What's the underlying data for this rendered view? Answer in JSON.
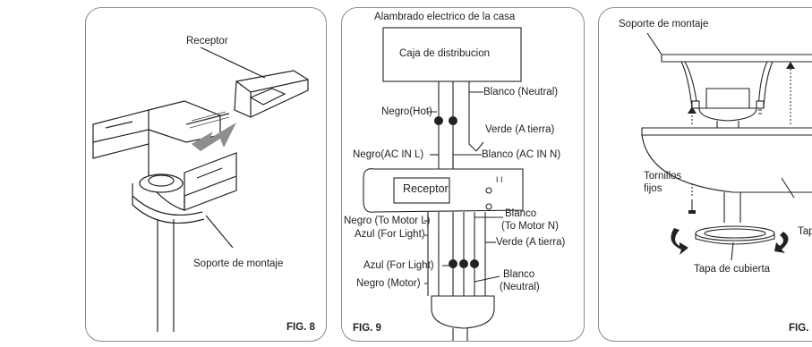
{
  "fig8": {
    "label_receptor": "Receptor",
    "label_soporte": "Soporte de montaje",
    "fig_label": "FIG. 8"
  },
  "fig9": {
    "title": "Alambrado electrico de la casa",
    "caja": "Caja de distribucion",
    "negro_hot": "Negro(Hot)",
    "blanco_neutral_top": "Blanco (Neutral)",
    "verde_tierra_top": "Verde (A tierra)",
    "negro_ac_in": "Negro(AC IN L)",
    "blanco_ac_in": "Blanco (AC IN N)",
    "receptor": "Receptor",
    "receptor_mark": "I I",
    "negro_motor_l": "Negro (To Motor L)",
    "azul_light_1": "Azul (For Light)",
    "blanco_motor_n_1": "Blanco",
    "blanco_motor_n_2": "(To Motor N)",
    "verde_tierra_bottom": "Verde (A tierra)",
    "azul_light_2": "Azul (For Light)",
    "negro_motor": "Negro (Motor)",
    "blanco_neutral_bottom_1": "Blanco",
    "blanco_neutral_bottom_2": "(Neutral)",
    "fig_label": "FIG. 9"
  },
  "fig10": {
    "label_soporte": "Soporte de montaje",
    "label_tornillos_1": "Tornillos",
    "label_tornillos_2": "fijos",
    "label_tapa_cubierta": "Tapa de cubierta",
    "label_tapa_partial": "Tap",
    "fig_label": "FIG."
  }
}
